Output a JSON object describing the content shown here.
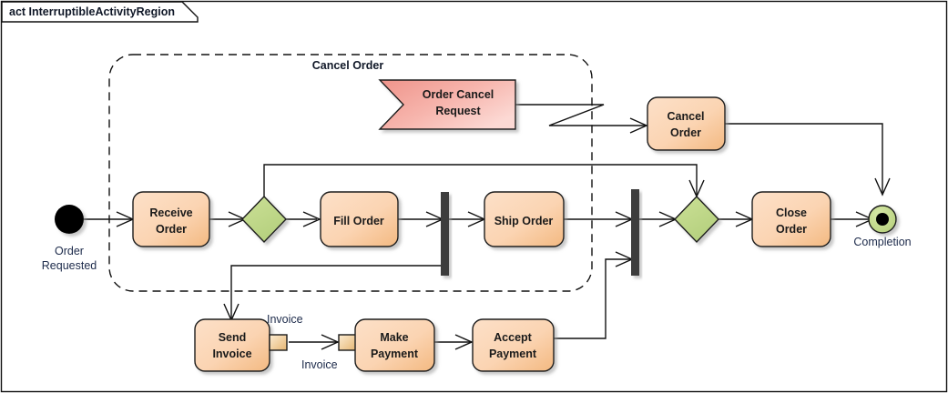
{
  "frame": {
    "title": "act InterruptibleActivityRegion"
  },
  "region": {
    "name": "Cancel Order",
    "style": "dashed-rounded"
  },
  "colors": {
    "action_fill_light": "#fbdcc0",
    "action_fill_dark": "#f6bc87",
    "signal_fill_light": "#fcd5d0",
    "signal_fill_dark": "#f0948c",
    "decision_fill": "#c2d98c",
    "final_fill": "#c2d98c",
    "bar_fill": "#3c3c3c",
    "pin_fill_light": "#fbe3bb",
    "pin_fill_dark": "#e8bd7d",
    "edge_stroke": "#111111",
    "initial_fill": "#000000"
  },
  "nodes": {
    "initial": {
      "type": "initial-node",
      "label": "Order\nRequested",
      "label_line1": "Order",
      "label_line2": "Requested"
    },
    "receive_order": {
      "type": "action",
      "label_line1": "Receive",
      "label_line2": "Order"
    },
    "decision_1": {
      "type": "decision",
      "label": ""
    },
    "fill_order": {
      "type": "action",
      "label_line1": "Fill Order",
      "label_line2": ""
    },
    "fork_1": {
      "type": "fork-bar",
      "label": ""
    },
    "ship_order": {
      "type": "action",
      "label_line1": "Ship Order",
      "label_line2": ""
    },
    "join_1": {
      "type": "join-bar",
      "label": ""
    },
    "merge_1": {
      "type": "merge",
      "label": ""
    },
    "close_order": {
      "type": "action",
      "label_line1": "Close",
      "label_line2": "Order"
    },
    "final": {
      "type": "activity-final",
      "label": "Completion"
    },
    "order_cancel_request": {
      "type": "accept-signal",
      "label_line1": "Order Cancel",
      "label_line2": "Request"
    },
    "cancel_order": {
      "type": "action",
      "label_line1": "Cancel",
      "label_line2": "Order"
    },
    "send_invoice": {
      "type": "action",
      "label_line1": "Send",
      "label_line2": "Invoice"
    },
    "make_payment": {
      "type": "action",
      "label_line1": "Make",
      "label_line2": "Payment"
    },
    "accept_payment": {
      "type": "action",
      "label_line1": "Accept",
      "label_line2": "Payment"
    }
  },
  "pins": {
    "send_invoice_output": {
      "label": "Invoice"
    },
    "make_payment_input": {
      "label": "Invoice"
    }
  },
  "edges": [
    {
      "from": "initial",
      "to": "receive_order"
    },
    {
      "from": "receive_order",
      "to": "decision_1"
    },
    {
      "from": "decision_1",
      "to": "fill_order"
    },
    {
      "from": "decision_1",
      "to": "merge_1",
      "routing": "top"
    },
    {
      "from": "fill_order",
      "to": "fork_1"
    },
    {
      "from": "fork_1",
      "to": "ship_order"
    },
    {
      "from": "fork_1",
      "to": "send_invoice",
      "routing": "bottom-left"
    },
    {
      "from": "ship_order",
      "to": "join_1"
    },
    {
      "from": "join_1",
      "to": "merge_1"
    },
    {
      "from": "merge_1",
      "to": "close_order"
    },
    {
      "from": "close_order",
      "to": "final"
    },
    {
      "from": "order_cancel_request",
      "to": "cancel_order",
      "interrupting": true
    },
    {
      "from": "cancel_order",
      "to": "final",
      "routing": "right-down"
    },
    {
      "from": "send_invoice",
      "to": "make_payment",
      "pins": true
    },
    {
      "from": "make_payment",
      "to": "accept_payment"
    },
    {
      "from": "accept_payment",
      "to": "join_1",
      "routing": "right-up"
    }
  ]
}
